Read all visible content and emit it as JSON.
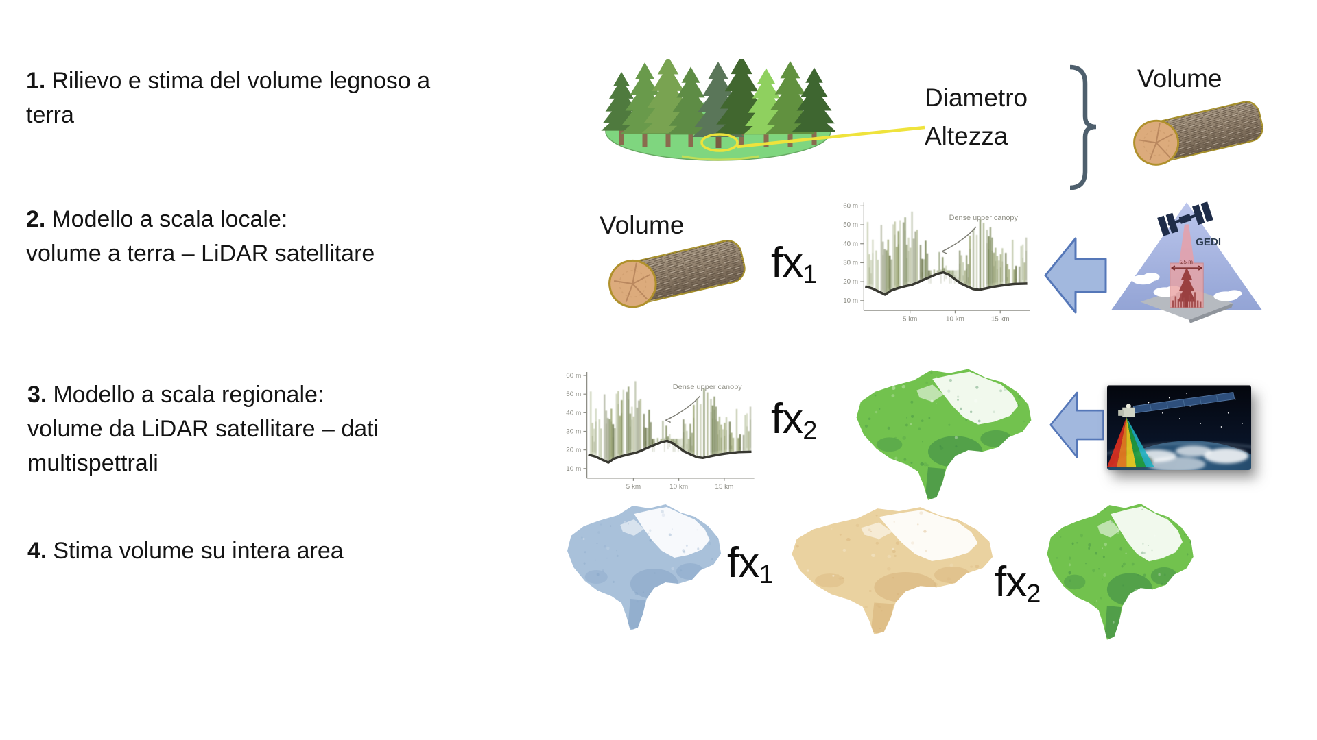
{
  "steps": {
    "s1": {
      "num": "1.",
      "l1": "Rilievo e stima del volume legnoso a",
      "l2": "terra"
    },
    "s2": {
      "num": "2.",
      "l1": "Modello a scala locale:",
      "l2": "volume a terra – LiDAR satellitare"
    },
    "s3": {
      "num": "3.",
      "l1": "Modello a scala regionale:",
      "l2": "volume da LiDAR satellitare – dati",
      "l3": "multispettrali"
    },
    "s4": {
      "num": "4.",
      "l1": "Stima volume su intera area"
    }
  },
  "labels": {
    "diametro": "Diametro",
    "altezza": "Altezza",
    "volume_row1": "Volume",
    "volume_row2": "Volume"
  },
  "formulas": {
    "row2": {
      "base": "fx",
      "sub": "1"
    },
    "row3": {
      "base": "fx",
      "sub": "2"
    },
    "row4_first": {
      "base": "fx",
      "sub": "1"
    },
    "row4_second": {
      "base": "fx",
      "sub": "2"
    }
  },
  "gedi": {
    "label": "GEDI",
    "footprint": "25 m"
  },
  "chart": {
    "type": "canopy-height-profile",
    "y_ticks": [
      "60 m",
      "50 m",
      "40 m",
      "30 m",
      "20 m",
      "10 m"
    ],
    "x_ticks": [
      "5 km",
      "10 km",
      "15 km"
    ],
    "annotation": "Dense upper canopy",
    "y_range_m": [
      10,
      60
    ],
    "x_range_km": [
      0,
      18
    ]
  },
  "colors": {
    "arrow_fill": "#a2b8de",
    "arrow_border": "#5577b8",
    "callout_yellow": "#efe33c",
    "brace": "#4e5f6d",
    "canopy_streaks": [
      "#7b894a",
      "#5f7036",
      "#8d9a5e",
      "#48551f",
      "#9aa876"
    ],
    "canopy_baseline": "#23231c",
    "map_green": {
      "base": "#72c24e",
      "dark": "#2f7a44",
      "snow": "#ffffff"
    },
    "map_blue": {
      "base": "#a9c1da",
      "dark": "#7e9ec2",
      "snow": "#ffffff"
    },
    "map_tan": {
      "base": "#ead2a0",
      "dark": "#d3ab70",
      "snow": "#ffffff"
    }
  }
}
